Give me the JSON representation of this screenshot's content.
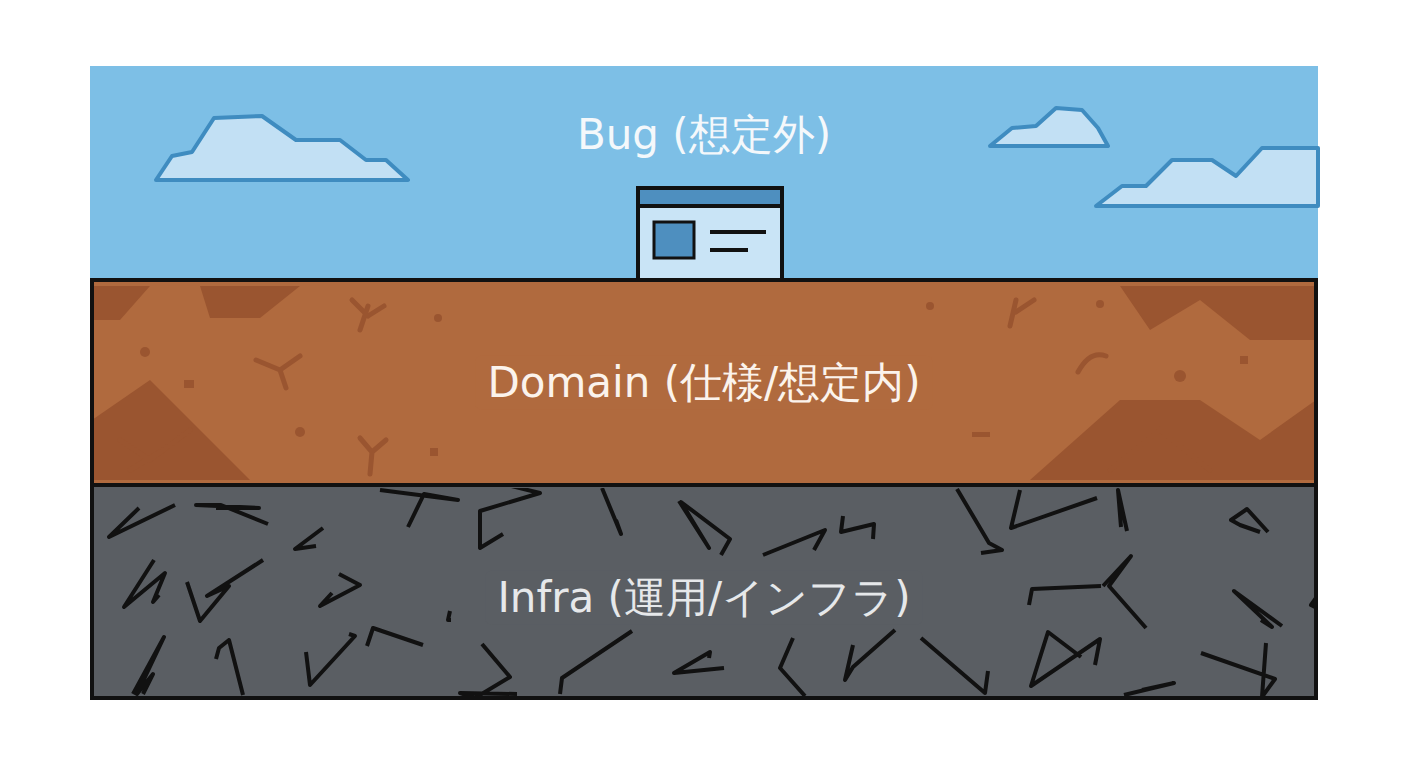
{
  "diagram": {
    "nodes": [
      {
        "text": [
          "Bug (想定外)"
        ]
      },
      {
        "text": [
          "Domain (仕様/想定内)"
        ]
      },
      {
        "text": [
          "Infra (運用/インフラ)"
        ]
      }
    ]
  }
}
